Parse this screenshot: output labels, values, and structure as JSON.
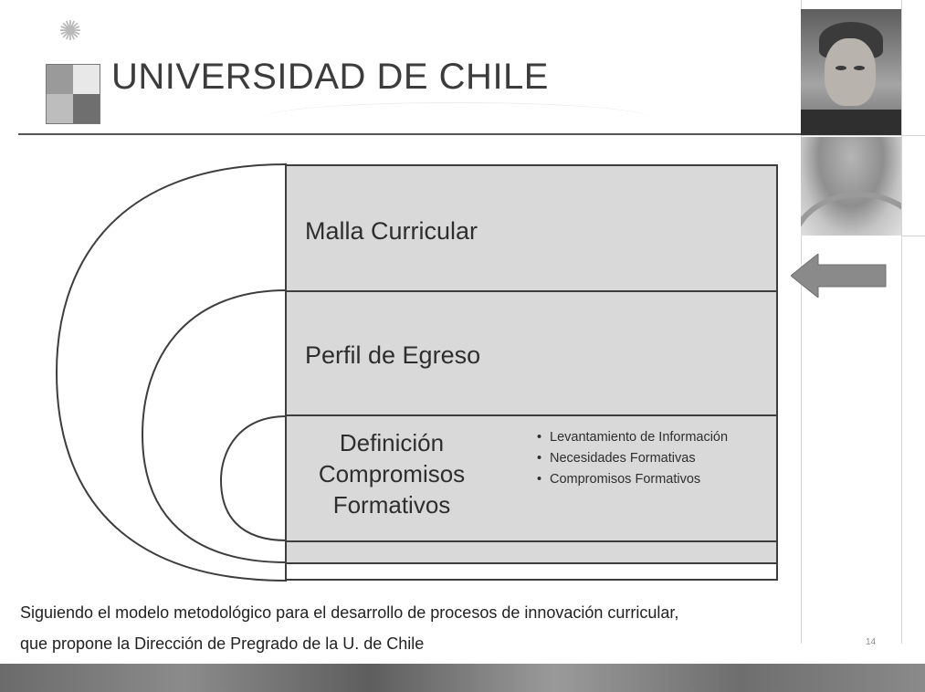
{
  "header": {
    "title": "UNIVERSIDAD DE CHILE",
    "logo_icon": "university-crest-icon",
    "portrait_icon": "portrait-image",
    "mural_icon": "mural-image"
  },
  "diagram": {
    "arrow_icon": "left-arrow-icon",
    "layers": [
      {
        "label": "Malla Curricular"
      },
      {
        "label": "Perfil de Egreso"
      },
      {
        "label": "Definición Compromisos Formativos"
      }
    ],
    "bullets": [
      "Levantamiento de Información",
      "Necesidades Formativas",
      "Compromisos Formativos"
    ]
  },
  "caption": {
    "line1": "Siguiendo el modelo metodológico para el desarrollo de procesos de innovación curricular,",
    "line2": "que propone la Dirección de Pregrado de la U. de Chile"
  },
  "page_number": "14",
  "colors": {
    "band_fill": "#d9d9d9",
    "border": "#3d3d3d",
    "arrow": "#8a8a8a"
  }
}
